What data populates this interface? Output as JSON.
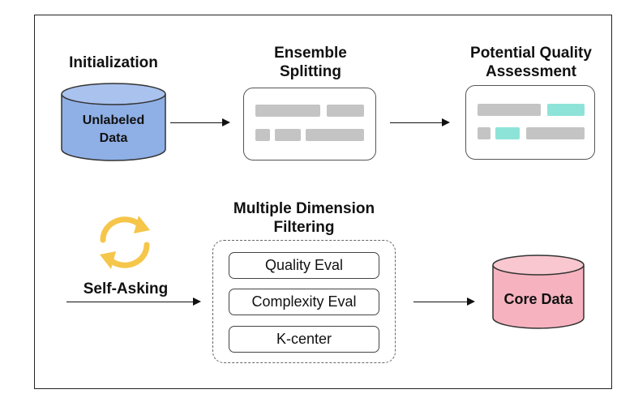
{
  "stages": {
    "initialization": "Initialization",
    "unlabeled_data": "Unlabeled\nData",
    "ensemble_splitting": "Ensemble\nSplitting",
    "potential_quality": "Potential Quality\nAssessment",
    "multiple_dimension": "Multiple Dimension\nFiltering",
    "self_asking": "Self-Asking",
    "core_data": "Core Data"
  },
  "filters": [
    "Quality Eval",
    "Complexity Eval",
    "K-center"
  ],
  "colors": {
    "unlabeled_cylinder": "#8fb0e6",
    "core_cylinder": "#f6b3bf",
    "teal_highlight": "#8ee3d9",
    "placeholder_gray": "#c4c4c4",
    "cycle_arrows": "#f5c64a"
  }
}
